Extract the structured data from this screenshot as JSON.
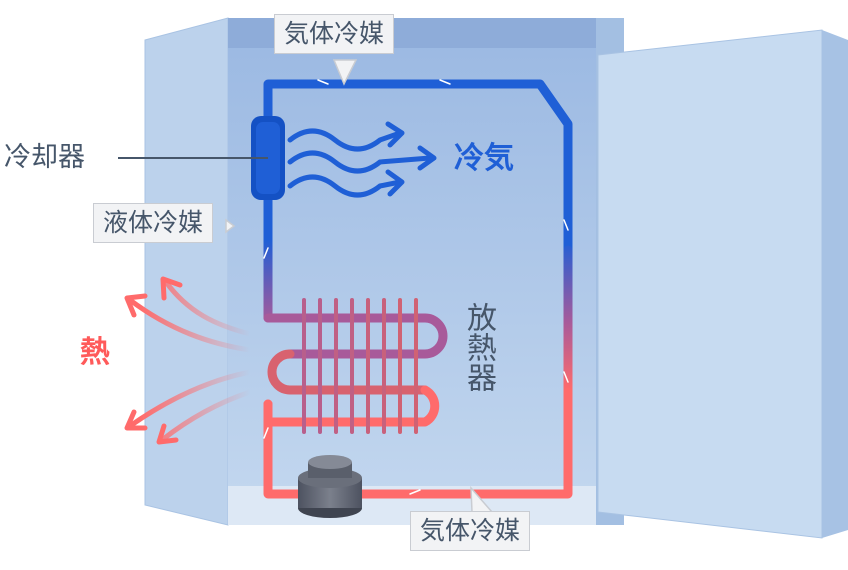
{
  "labels": {
    "gas_top": "気体冷媒",
    "gas_bottom": "気体冷媒",
    "liquid": "液体冷媒",
    "cooler": "冷却器",
    "cold_air": "冷気",
    "heat": "熱",
    "radiator": "放熱器"
  },
  "colors": {
    "cold": "#1f5fd6",
    "hot": "#ff6b6b",
    "cabinet": "#a9c3e3",
    "text": "#46566a",
    "heat_text": "#ff5a5a"
  }
}
